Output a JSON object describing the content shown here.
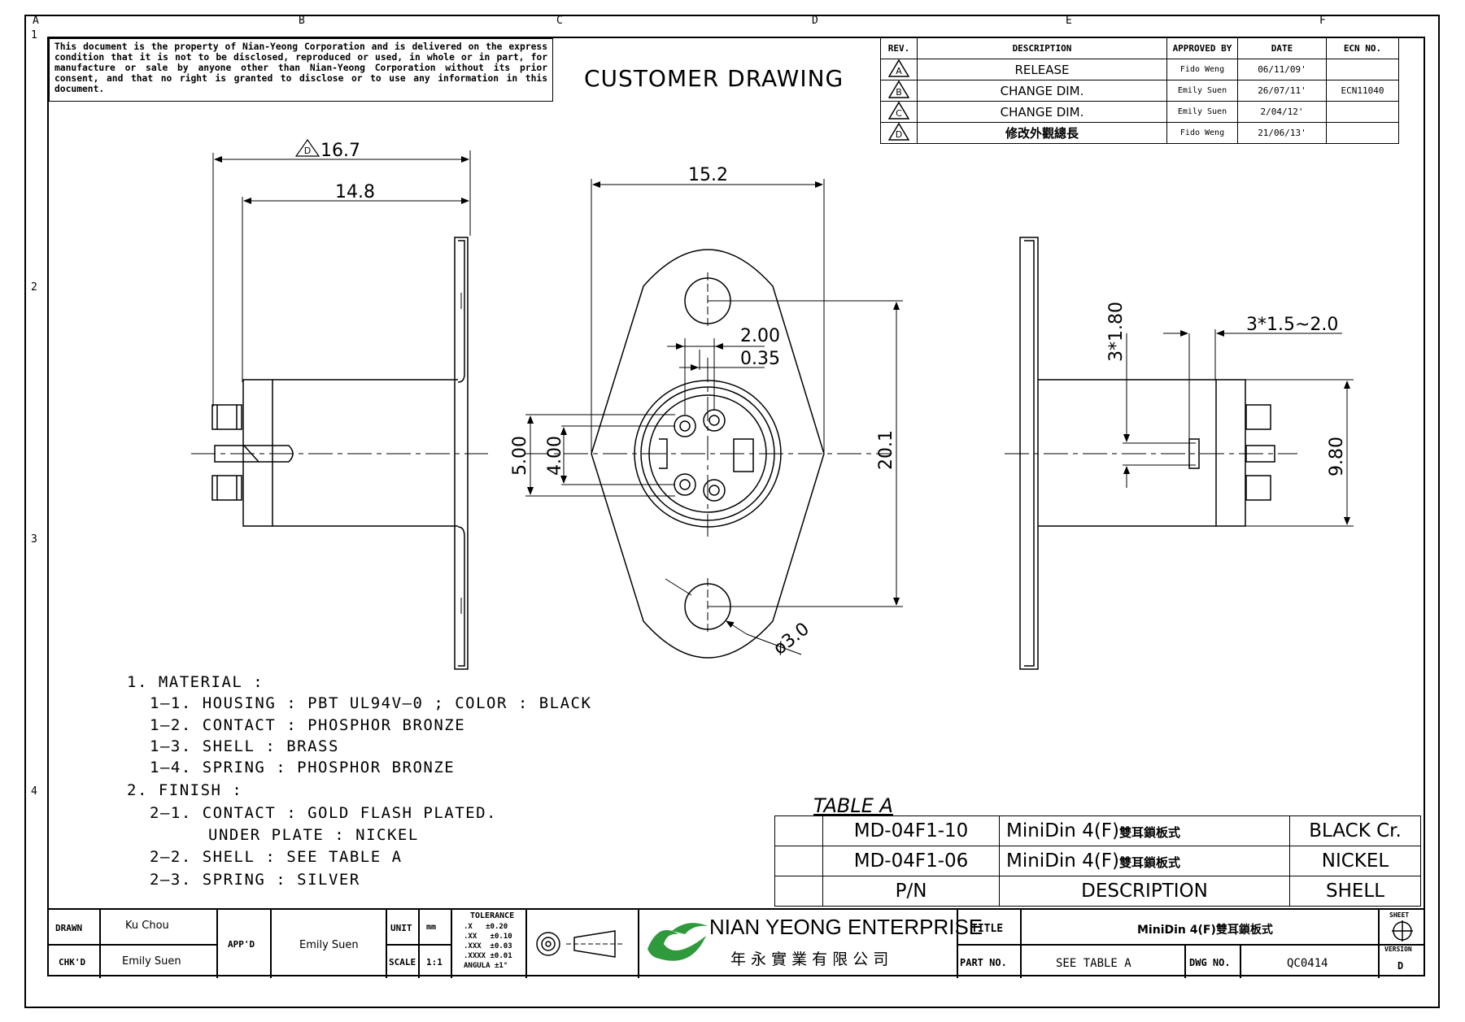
{
  "zone_letters": [
    "A",
    "B",
    "C",
    "D",
    "E",
    "F"
  ],
  "zone_numbers": [
    "1",
    "2",
    "3",
    "4"
  ],
  "notice": "This document is the property of Nian-Yeong Corporation and is delivered on the express condition that it is not to be disclosed, reproduced or used, in whole or in part, for manufacture or sale by anyone other than Nian-Yeong Corporation without its prior consent, and that no right is granted to disclose or to use any information in this document.",
  "drawing_title": "CUSTOMER  DRAWING",
  "revisions": {
    "headers": [
      "REV.",
      "DESCRIPTION",
      "APPROVED BY",
      "DATE",
      "ECN NO."
    ],
    "rows": [
      {
        "rev": "A",
        "description": "RELEASE",
        "approved": "Fido Weng",
        "date": "06/11/09'",
        "ecn": ""
      },
      {
        "rev": "B",
        "description": "CHANGE DIM.",
        "approved": "Emily Suen",
        "date": "26/07/11'",
        "ecn": "ECN11040"
      },
      {
        "rev": "C",
        "description": "CHANGE DIM.",
        "approved": "Emily Suen",
        "date": "2/04/12'",
        "ecn": ""
      },
      {
        "rev": "D",
        "description": "修改外觀總長",
        "approved": "Fido Weng",
        "date": "21/06/13'",
        "ecn": ""
      }
    ]
  },
  "dimensions": {
    "d167": "16.7",
    "d148": "14.8",
    "d152": "15.2",
    "d200": "2.00",
    "d035": "0.35",
    "d500": "5.00",
    "d400": "4.00",
    "d201": "20.1",
    "d30": "ø3.0",
    "d180": "3*1.80",
    "d1520": "3*1.5~2.0",
    "d980": "9.80"
  },
  "notes": [
    "1. MATERIAL :",
    "1—1. HOUSING : PBT UL94V—0 ; COLOR : BLACK",
    "1—2. CONTACT : PHOSPHOR BRONZE",
    "1—3. SHELL : BRASS",
    "1—4. SPRING : PHOSPHOR BRONZE",
    "2. FINISH :",
    "2—1. CONTACT : GOLD FLASH PLATED.",
    "UNDER PLATE : NICKEL",
    "2—2. SHELL : SEE TABLE A",
    "2—3. SPRING : SILVER"
  ],
  "table_a": {
    "title": "TABLE A",
    "rows": [
      {
        "pn": "MD-04F1-10",
        "desc_en": "MiniDin  4(F)",
        "desc_cn": "雙耳鎖板式",
        "shell": "BLACK Cr."
      },
      {
        "pn": "MD-04F1-06",
        "desc_en": "MiniDin  4(F)",
        "desc_cn": "雙耳鎖板式",
        "shell": "NICKEL"
      }
    ],
    "headers": {
      "pn": "P/N",
      "desc": "DESCRIPTION",
      "shell": "SHELL"
    }
  },
  "title_block": {
    "drawn_label": "DRAWN",
    "drawn": "Ku Chou",
    "chkd_label": "CHK'D",
    "chkd": "Emily Suen",
    "appd_label": "APP'D",
    "appd": "Emily Suen",
    "unit_label": "UNIT",
    "unit": "mm",
    "scale_label": "SCALE",
    "scale": "1:1",
    "tolerance_label": "TOLERANCE",
    "tolerances": [
      {
        "k": ".X",
        "v": "±0.20"
      },
      {
        "k": ".XX",
        "v": "±0.10"
      },
      {
        "k": ".XXX",
        "v": "±0.03"
      },
      {
        "k": ".XXXX",
        "v": "±0.01"
      },
      {
        "k": "ANGULA",
        "v": "±1°"
      }
    ],
    "company_en": "NIAN YEONG ENTERPRISE",
    "company_cn": "年 永 實 業 有 限 公 司",
    "title_label": "TITLE",
    "title": "MiniDin  4(F)雙耳鎖板式",
    "part_label": "PART NO.",
    "part": "SEE TABLE A",
    "dwg_label": "DWG NO.",
    "dwg": "QC0414",
    "sheet_label": "SHEET",
    "version_label": "VERSION",
    "version": "D"
  },
  "colors": {
    "ink": "#000000",
    "logo_green": "#2e9a3c"
  }
}
